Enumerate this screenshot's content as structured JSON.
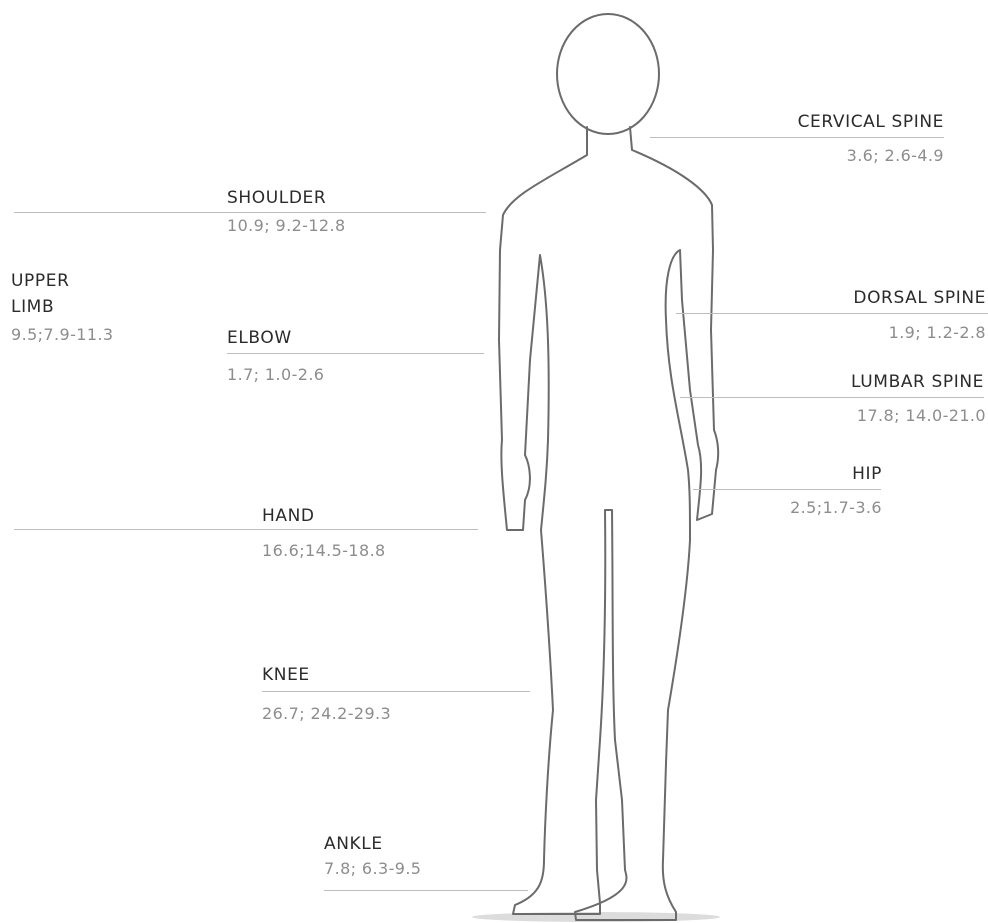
{
  "regions": {
    "cervical_spine": {
      "name": "CERVICAL SPINE",
      "value": "3.6; 2.6-4.9"
    },
    "shoulder": {
      "name": "SHOULDER",
      "value": "10.9; 9.2-12.8"
    },
    "upper_limb": {
      "name_line1": "UPPER",
      "name_line2": "LIMB",
      "value": "9.5;7.9-11.3"
    },
    "elbow": {
      "name": "ELBOW",
      "value": "1.7; 1.0-2.6"
    },
    "dorsal_spine": {
      "name": "DORSAL SPINE",
      "value": "1.9; 1.2-2.8"
    },
    "lumbar_spine": {
      "name": "LUMBAR SPINE",
      "value": "17.8; 14.0-21.0"
    },
    "hip": {
      "name": "HIP",
      "value": "2.5;1.7-3.6"
    },
    "hand": {
      "name": "HAND",
      "value": "16.6;14.5-18.8"
    },
    "knee": {
      "name": "KNEE",
      "value": "26.7; 24.2-29.3"
    },
    "ankle": {
      "name": "ANKLE",
      "value": "7.8; 6.3-9.5"
    }
  }
}
